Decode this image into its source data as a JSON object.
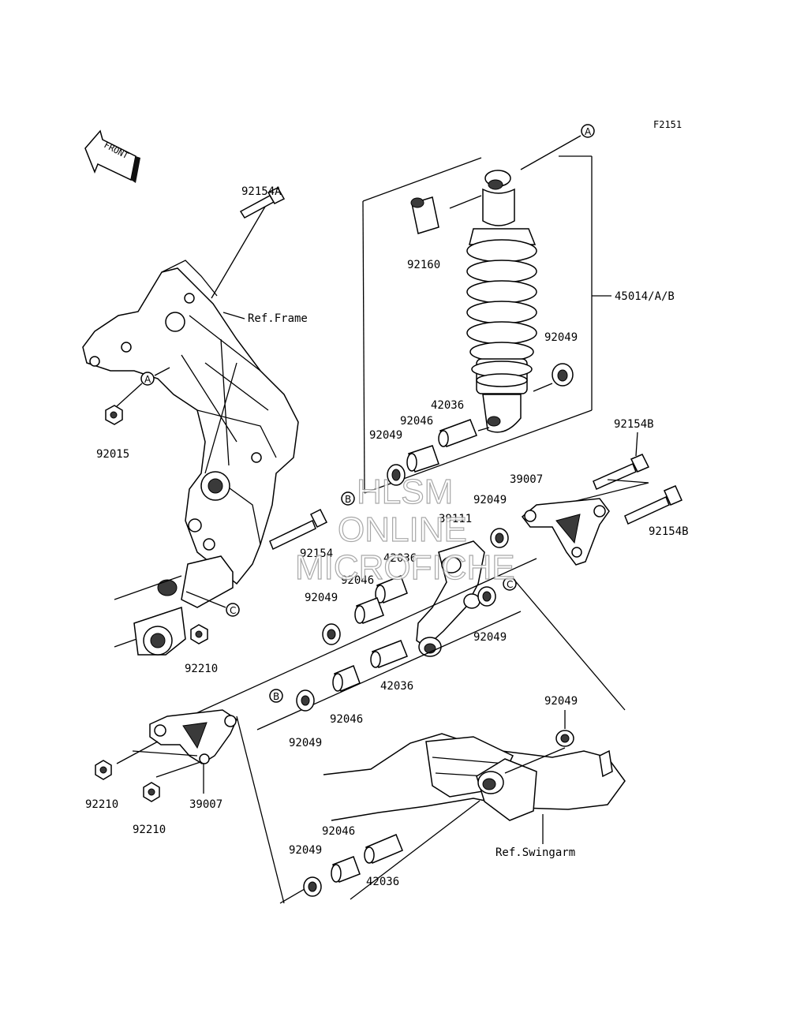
{
  "figure_code": "F2151",
  "front_label": "FRONT",
  "refs": {
    "frame": "Ref.Frame",
    "swingarm": "Ref.Swingarm"
  },
  "circle_labels": {
    "a": "A",
    "b": "B",
    "c": "C"
  },
  "watermark": {
    "line1": "HLSM",
    "line2": "ONLINE",
    "line3": "MICROFICHE"
  },
  "parts": {
    "p92154A": "92154A",
    "p92015": "92015",
    "p92160": "92160",
    "p45014": "45014/A/B",
    "p92049_shock": "92049",
    "p42036_shock": "42036",
    "p92046_shock": "92046",
    "p92049_shock_l": "92049",
    "p92154B_upper": "92154B",
    "p92154B_lower": "92154B",
    "p39007_right": "39007",
    "p92049_r1": "92049",
    "p39111": "39111",
    "p42036_mid": "42036",
    "p92154": "92154",
    "p92046_mid": "92046",
    "p92049_mid": "92049",
    "p92049_r2": "92049",
    "p92210_frame": "92210",
    "p42036_low": "42036",
    "p92046_low": "92046",
    "p92049_low": "92049",
    "p92049_swing": "92049",
    "p92210_l1": "92210",
    "p39007_left": "39007",
    "p92210_l2": "92210",
    "p92046_bot": "92046",
    "p92049_bot": "92049",
    "p42036_bot": "42036"
  }
}
